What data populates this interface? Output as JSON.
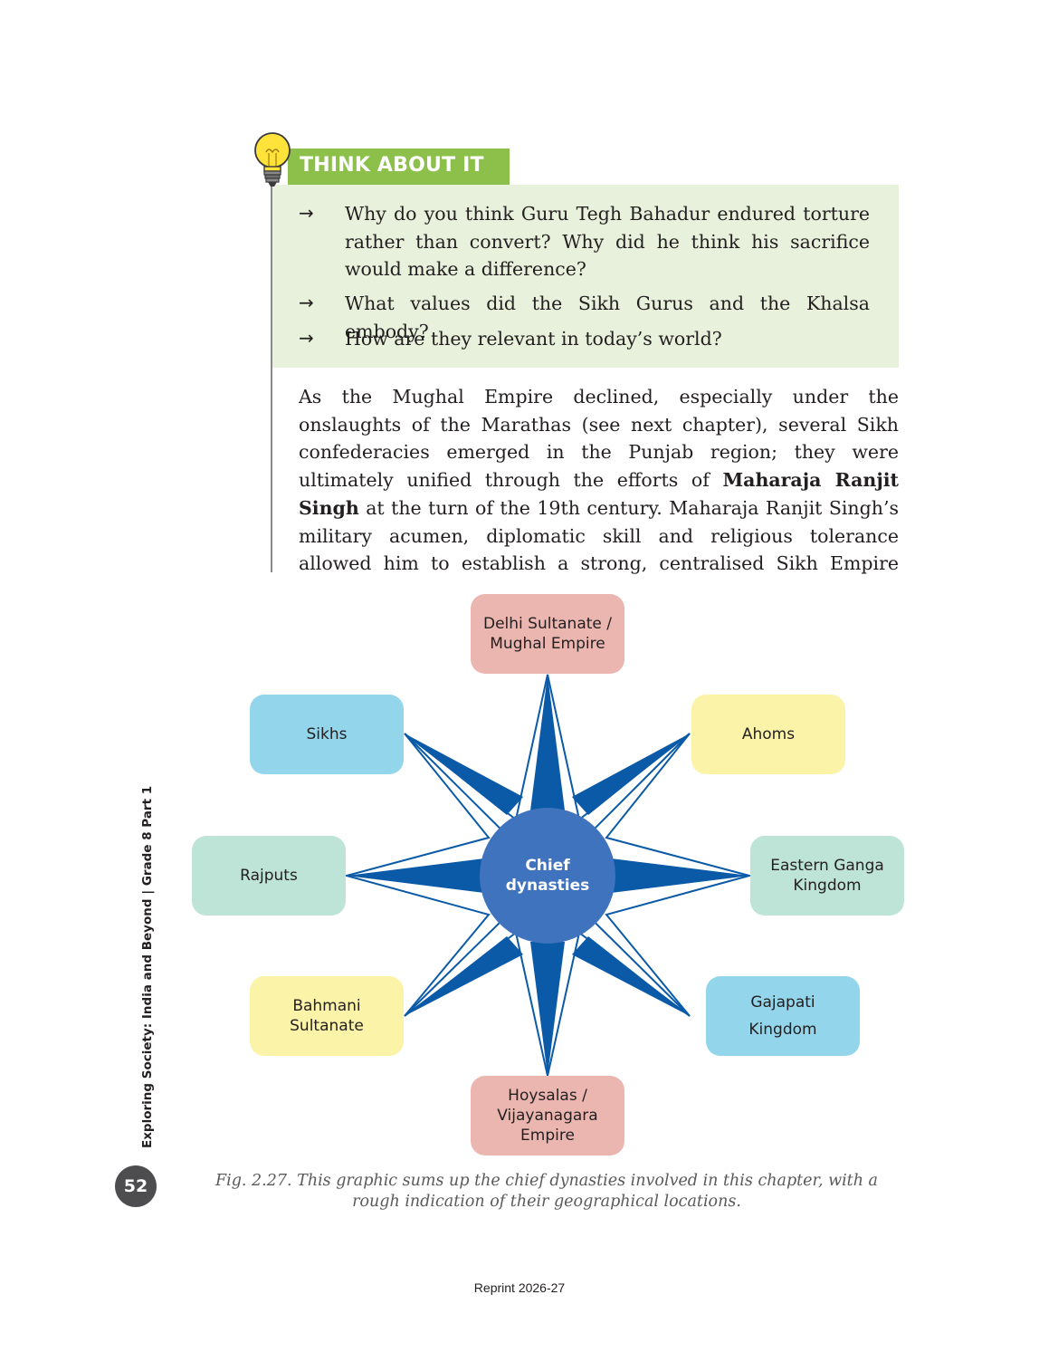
{
  "think_about_it": {
    "title": "THINK ABOUT IT",
    "arrow": "→",
    "questions": [
      "Why do you think Guru Tegh Bahadur endured torture rather than convert? Why did he think his sacrifice would make a difference?",
      "What values did the Sikh Gurus and the Khalsa embody?",
      "How are they relevant in today’s world?"
    ]
  },
  "paragraph": {
    "before_bold": "As the Mughal Empire declined, especially under the onslaughts of the Marathas (see next chapter), several Sikh confederacies emerged in the Punjab region; they were ultimately unified through the efforts of ",
    "bold": "Maharaja Ranjit Singh",
    "after_bold": " at the turn of the 19th century. Maharaja Ranjit Singh’s military acumen, diplomatic skill and religious tolerance allowed him to establish a strong, centralised Sikh Empire which spanned much of the"
  },
  "diagram": {
    "center": {
      "line1": "Chief",
      "line2": "dynasties"
    },
    "nodes": {
      "top": {
        "line1": "Delhi Sultanate /",
        "line2": "Mughal Empire"
      },
      "top_right": {
        "line1": "Ahoms"
      },
      "right": {
        "line1": "Eastern Ganga",
        "line2": "Kingdom"
      },
      "bottom_right": {
        "line1": "Gajapati",
        "line2": "Kingdom"
      },
      "bottom": {
        "line1": "Hoysalas /",
        "line2": "Vijayanagara",
        "line3": "Empire"
      },
      "bottom_left": {
        "line1": "Bahmani",
        "line2": "Sultanate"
      },
      "left": {
        "line1": "Rajputs"
      },
      "top_left": {
        "line1": "Sikhs"
      }
    },
    "colors": {
      "star": "#0b5aa8",
      "center": "#3f73bd",
      "pink": "#ecb6b0",
      "blue": "#93d5ea",
      "yellow": "#fbf3a7",
      "teal": "#bde4d6"
    }
  },
  "caption": {
    "line1": "Fig. 2.27. This graphic sums up the chief dynasties involved in this chapter, with a",
    "line2": "rough indication of their geographical locations."
  },
  "side_label": "Exploring Society: India and Beyond | Grade 8 Part 1",
  "page_number": "52",
  "footer": "Reprint 2026-27"
}
